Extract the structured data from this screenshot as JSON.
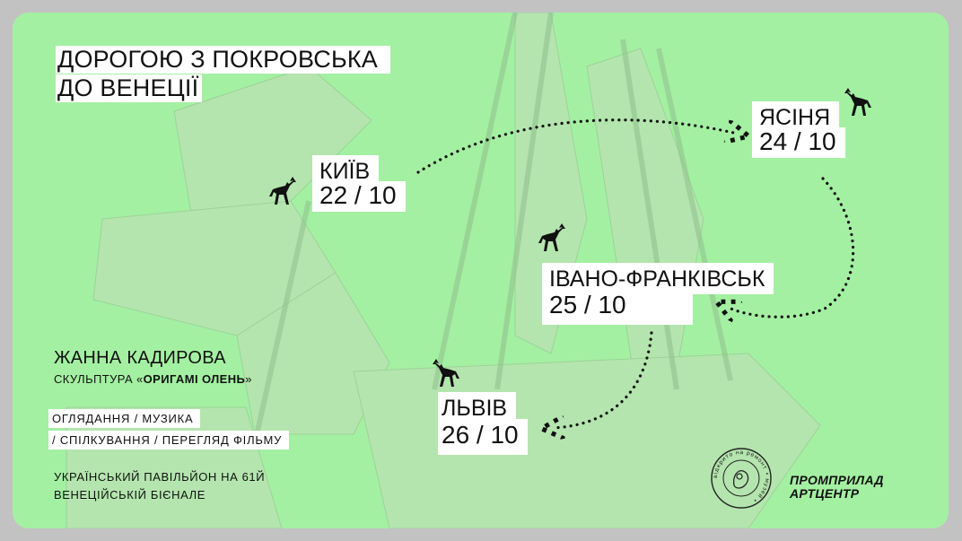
{
  "title": {
    "line1": "ДОРОГОЮ З ПОКРОВСЬКА",
    "line2": "ДО ВЕНЕЦІЇ"
  },
  "stops": {
    "kyiv": {
      "name": "КИЇВ",
      "date": "22 / 10"
    },
    "yasinia": {
      "name": "ЯСІНЯ",
      "date": "24 / 10"
    },
    "ivano_frankivsk": {
      "name": "ІВАНО-ФРАНКІВСЬК",
      "date": "25 / 10"
    },
    "lviv": {
      "name": "ЛЬВІВ",
      "date": "26 / 10"
    }
  },
  "artist": {
    "name": "ЖАННА КАДИРОВА",
    "work_prefix": "СКУЛЬПТУРА «",
    "work_title": "ОРИГАМІ ОЛЕНЬ",
    "work_suffix": "»"
  },
  "activities": {
    "line1": "ОГЛЯДАННЯ / МУЗИКА",
    "line2": "/ СПІЛКУВАННЯ / ПЕРЕГЛЯД ФІЛЬМУ"
  },
  "pavilion": {
    "line1": "УКРАЇНСЬКИЙ ПАВІЛЬЙОН НА 61Й",
    "line2": "ВЕНЕЦІЙСЬКІЙ БІЄНАЛЕ"
  },
  "partners": {
    "stamp_text": "відкрито на ремонт • музей •",
    "logo_line1": "ПРОМПРИЛАД",
    "logo_line2": "АРТЦЕНТР"
  },
  "colors": {
    "background": "#a4f0a2",
    "frame": "#c2c2c2",
    "text": "#111111",
    "label_box": "#ffffff"
  },
  "icons": [
    "deer-icon",
    "museum-stamp-icon"
  ]
}
